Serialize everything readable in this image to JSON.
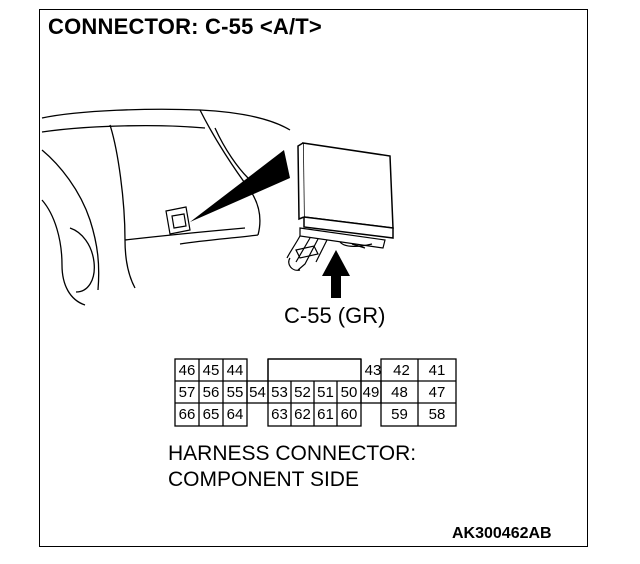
{
  "title": "CONNECTOR: C-55 <A/T>",
  "callout_label": "C-55 (GR)",
  "caption": {
    "line1": "HARNESS CONNECTOR:",
    "line2": "COMPONENT SIDE"
  },
  "figure_code": "AK300462AB",
  "connector": {
    "row1": [
      "46",
      "45",
      "44",
      "43",
      "42",
      "41"
    ],
    "row2": [
      "57",
      "56",
      "55",
      "54",
      "53",
      "52",
      "51",
      "50",
      "49",
      "48",
      "47"
    ],
    "row3": [
      "66",
      "65",
      "64",
      "63",
      "62",
      "61",
      "60",
      "59",
      "58"
    ]
  }
}
